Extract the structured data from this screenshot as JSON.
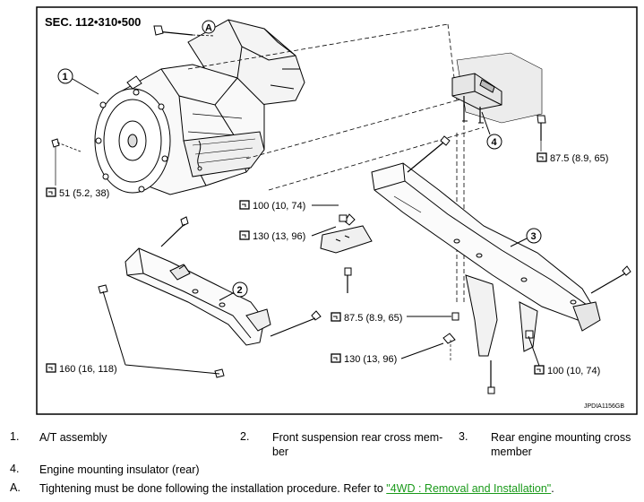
{
  "diagram": {
    "section": "SEC. 112•310•500",
    "code": "JPDIA1156GB",
    "callout_a": "A",
    "callouts": [
      "1",
      "2",
      "3",
      "4"
    ],
    "torques": {
      "t51": "51 (5.2, 38)",
      "t100a": "100 (10, 74)",
      "t130a": "130 (13, 96)",
      "t875a": "87.5 (8.9, 65)",
      "t875b": "87.5 (8.9, 65)",
      "t160": "160 (16, 118)",
      "t130b": "130 (13, 96)",
      "t100b": "100 (10, 74)"
    },
    "torque_icon": "torque-wrench-icon"
  },
  "legend": {
    "items": [
      {
        "num": "1.",
        "text": "A/T assembly"
      },
      {
        "num": "2.",
        "text": "Front suspension rear cross mem-",
        "text2": "ber"
      },
      {
        "num": "3.",
        "text": "Rear engine mounting cross",
        "text2": "member"
      },
      {
        "num": "4.",
        "text": "Engine mounting insulator (rear)"
      }
    ],
    "note": {
      "num": "A.",
      "text": "Tightening must be done following the installation procedure. Refer to ",
      "link": "\"4WD : Removal and Installation\"",
      "tail": "."
    }
  }
}
